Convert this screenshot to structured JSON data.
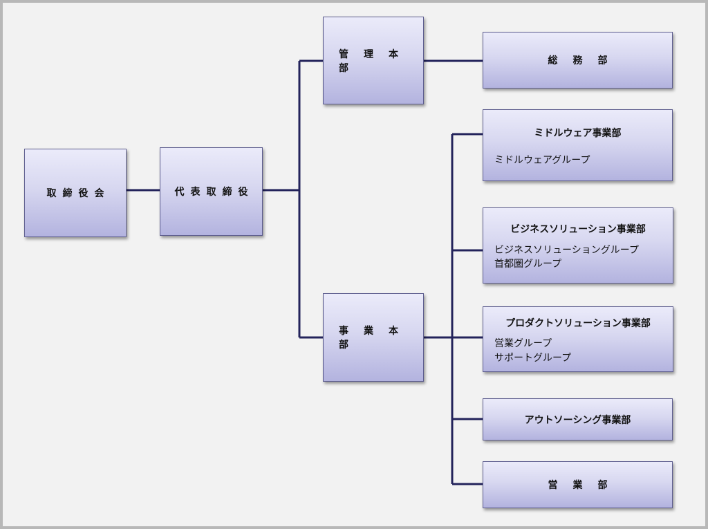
{
  "nodes": {
    "board": "取締役会",
    "president": "代表取締役",
    "admin_hq": "管理本部",
    "general_affairs": "総務部",
    "business_hq": "事業本部",
    "middleware": {
      "title": "ミドルウェア事業部",
      "groups": [
        "ミドルウェアグループ"
      ]
    },
    "business_solution": {
      "title": "ビジネスソリューション事業部",
      "groups": [
        "ビジネスソリューショングループ",
        "首都圏グループ"
      ]
    },
    "product_solution": {
      "title": "プロダクトソリューション事業部",
      "groups": [
        "営業グループ",
        "サポートグループ"
      ]
    },
    "outsourcing": {
      "title": "アウトソーシング事業部"
    },
    "sales": "営業部"
  },
  "colors": {
    "connector": "#23235b",
    "box_border": "#5d5d8e"
  }
}
